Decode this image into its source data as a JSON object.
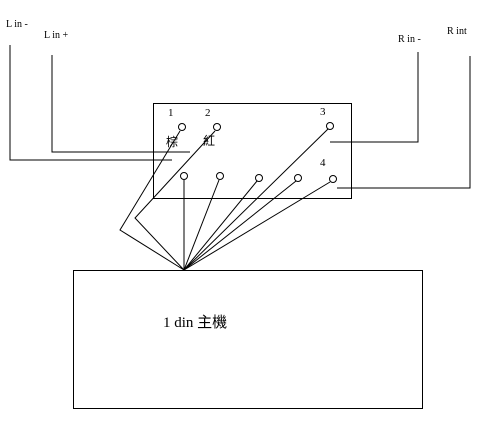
{
  "wire_labels": {
    "l_in_minus": "L in -",
    "l_in_plus": "L in +",
    "r_in_minus": "R in -",
    "r_in_plus": "R int"
  },
  "terminals": {
    "t1": "1",
    "t2": "2",
    "t3": "3",
    "t4": "4"
  },
  "color_labels": {
    "brown": "棕",
    "red": "紅"
  },
  "head_unit": {
    "label": "1 din 主機"
  },
  "colors": {
    "line": "#000000",
    "background": "#ffffff"
  }
}
